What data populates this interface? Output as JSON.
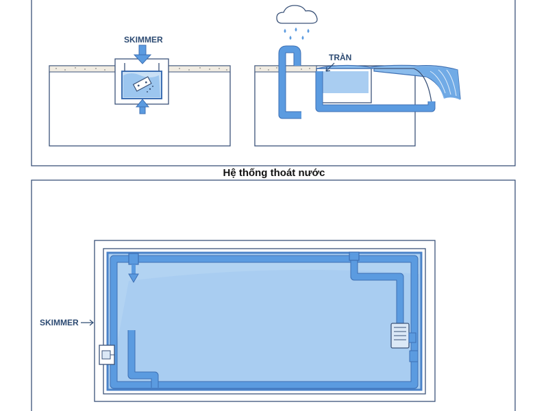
{
  "labels": {
    "skimmer_top": "SKIMMER",
    "overflow": "TRÀN",
    "caption": "Hệ thống thoát nước",
    "skimmer_bottom": "SKIMMER"
  },
  "colors": {
    "outline": "#3a5278",
    "pipe": "#5b9be0",
    "pipe_edge": "#3d6fb3",
    "water": "#a9cdf1",
    "label": "#2c4a72"
  }
}
